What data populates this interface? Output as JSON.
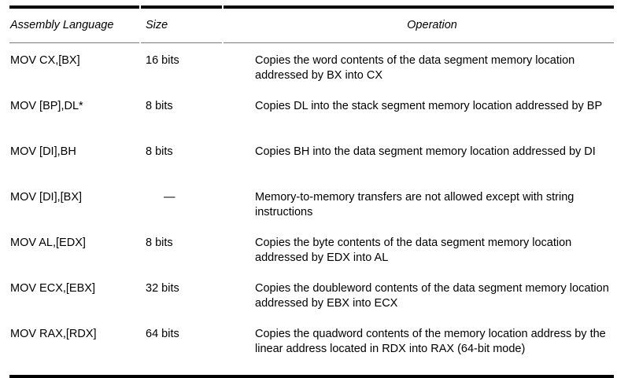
{
  "table": {
    "columns": [
      {
        "key": "assembly",
        "label": "Assembly Language",
        "align": "left"
      },
      {
        "key": "size",
        "label": "Size",
        "align": "left"
      },
      {
        "key": "operation",
        "label": "Operation",
        "align": "center"
      }
    ],
    "rows": [
      {
        "assembly": "MOV CX,[BX]",
        "size": "16 bits",
        "operation": "Copies the word contents of the data segment memory location addressed by BX into CX"
      },
      {
        "assembly": "MOV [BP],DL*",
        "size": "8 bits",
        "operation": "Copies DL into the stack segment memory location addressed by BP"
      },
      {
        "assembly": "MOV [DI],BH",
        "size": "8 bits",
        "operation": "Copies BH into the data segment memory location addressed by DI"
      },
      {
        "assembly": "MOV [DI],[BX]",
        "size": "—",
        "operation": "Memory-to-memory transfers are not allowed except with string instructions"
      },
      {
        "assembly": "MOV AL,[EDX]",
        "size": "8 bits",
        "operation": "Copies the byte contents of the data segment memory location addressed by EDX into AL"
      },
      {
        "assembly": "MOV ECX,[EBX]",
        "size": "32 bits",
        "operation": "Copies the doubleword contents of the data segment memory location addressed by EBX into ECX"
      },
      {
        "assembly": "MOV RAX,[RDX]",
        "size": "64 bits",
        "operation": "Copies the quadword contents of the memory location address by the linear address located in RDX into RAX (64-bit mode)"
      }
    ]
  },
  "style": {
    "rule_color": "#000000",
    "header_rule_color": "#7a7a7a",
    "text_color": "#000000",
    "background": "#ffffff"
  }
}
